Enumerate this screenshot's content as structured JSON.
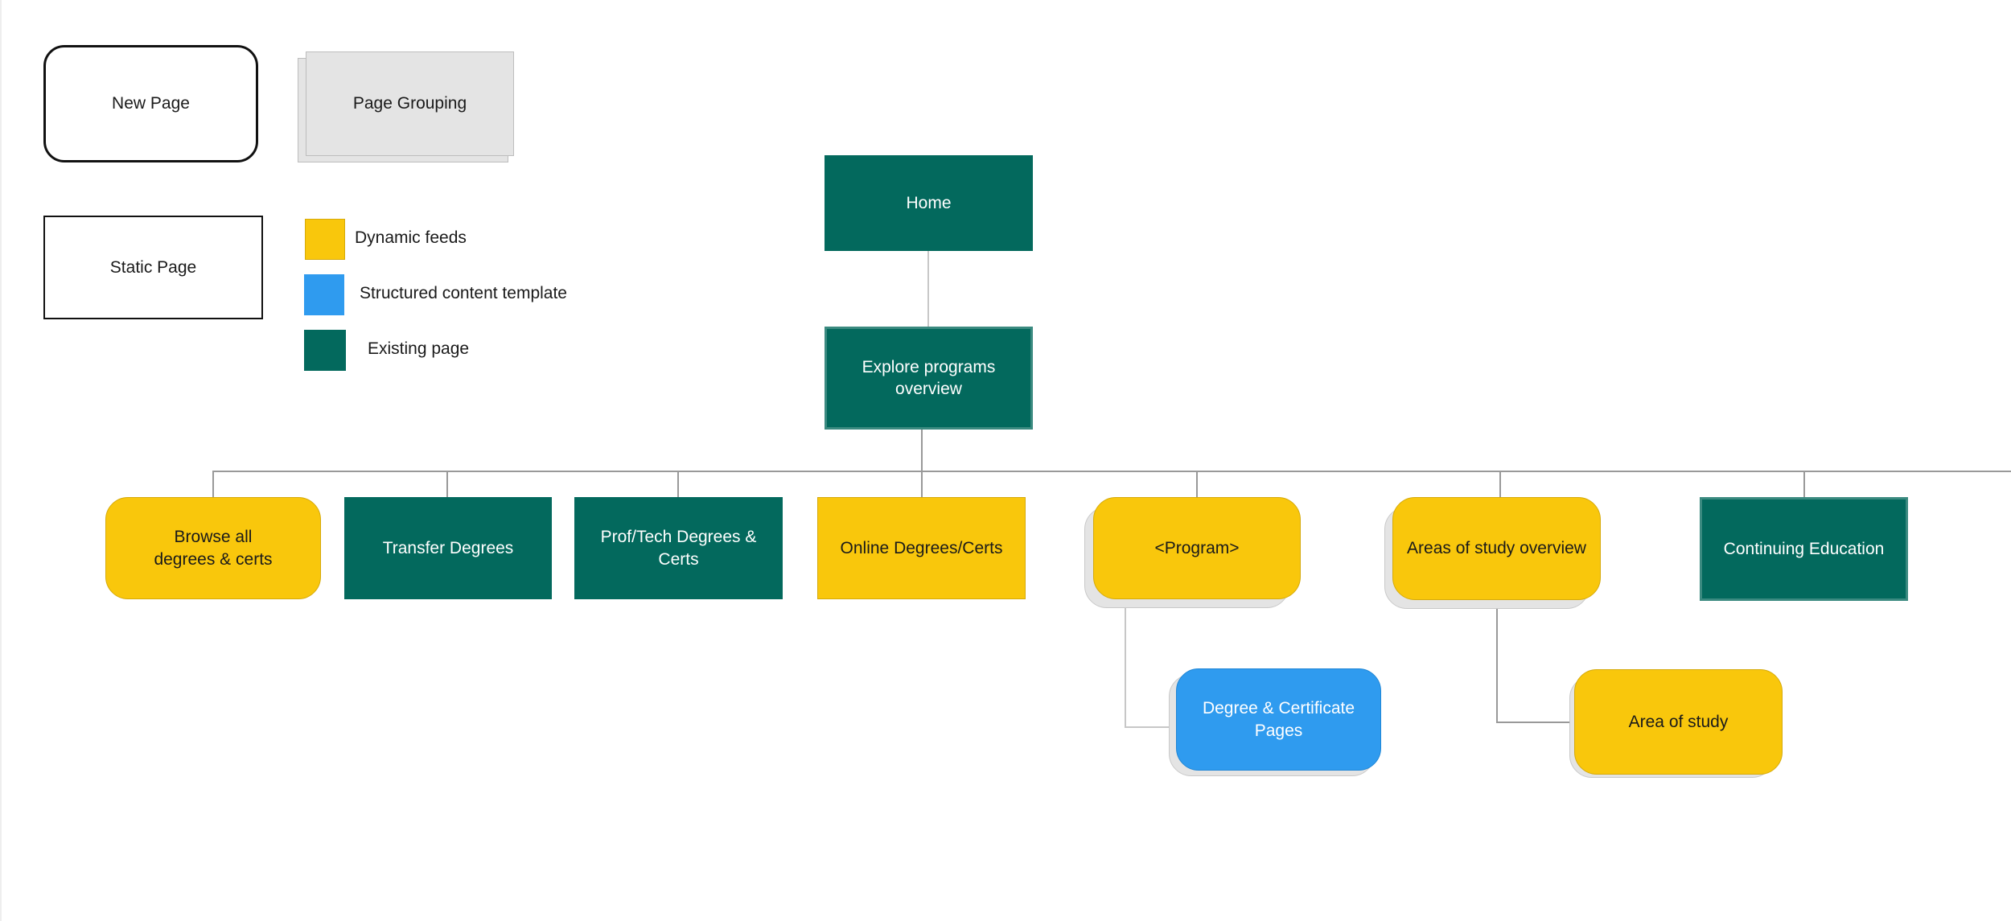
{
  "legend": {
    "new_page": "New Page",
    "page_grouping": "Page Grouping",
    "static_page": "Static Page",
    "dynamic_feeds": "Dynamic feeds",
    "structured_content_template": "Structured content template",
    "existing_page": "Existing page"
  },
  "colors": {
    "existing_page": "#03695d",
    "dynamic_feeds": "#f9c70c",
    "structured_content_template": "#2f9bef",
    "page_grouping": "#e4e4e4"
  },
  "nodes": {
    "home": "Home",
    "explore": "Explore programs\noverview",
    "browse_all": "Browse all\ndegrees & certs",
    "transfer_degrees": "Transfer Degrees",
    "prof_tech": "Prof/Tech Degrees & Certs",
    "online": "Online Degrees/Certs",
    "program": "<Program>",
    "areas_overview": "Areas of study overview",
    "continuing_ed": "Continuing Education",
    "degree_cert_pages": "Degree & Certificate Pages",
    "area_of_study": "Area of study"
  }
}
